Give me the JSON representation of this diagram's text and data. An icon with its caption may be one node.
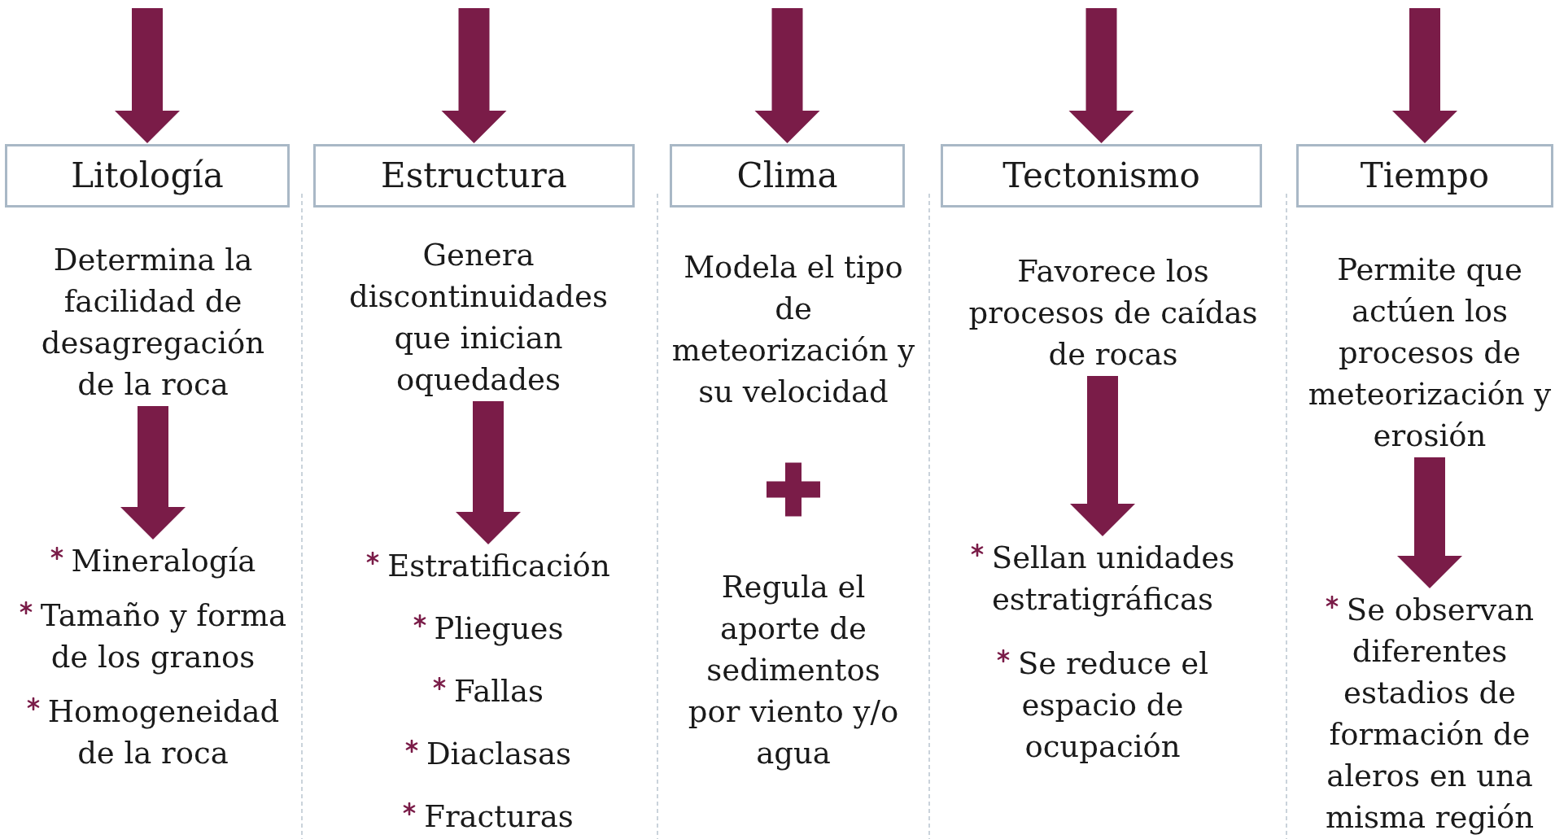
{
  "diagram": {
    "nodes": [
      {
        "text": [
          "Litología"
        ]
      },
      {
        "text": [
          "Determina la facilidad de desagregación de la roca"
        ]
      },
      {
        "text": [
          "Mineralogía",
          "Tamaño y forma de los granos",
          "Homogeneidad de la roca"
        ]
      },
      {
        "text": [
          "Estructura"
        ]
      },
      {
        "text": [
          "Genera discontinuidades que inician oquedades"
        ]
      },
      {
        "text": [
          "Estratificación",
          "Pliegues",
          "Fallas",
          "Diaclasas",
          "Fracturas"
        ]
      },
      {
        "text": [
          "Clima"
        ]
      },
      {
        "text": [
          "Modela el tipo de meteorización y su velocidad"
        ]
      },
      {
        "text": [
          "Regula el aporte de sedimentos por viento y/o agua"
        ]
      },
      {
        "text": [
          "Tectonismo"
        ]
      },
      {
        "text": [
          "Favorece los procesos de caídas de rocas"
        ]
      },
      {
        "text": [
          "Sellan unidades estratigráficas",
          "Se reduce el espacio de ocupación"
        ]
      },
      {
        "text": [
          "Tiempo"
        ]
      },
      {
        "text": [
          "Permite que actúen los procesos de meteorización y erosión"
        ]
      },
      {
        "text": [
          "Se observan diferentes estadios de formación de aleros en una misma región"
        ]
      }
    ],
    "edges": [
      {
        "from": null,
        "to": 0,
        "arrow": "to"
      },
      {
        "from": null,
        "to": 3,
        "arrow": "to"
      },
      {
        "from": null,
        "to": 6,
        "arrow": "to"
      },
      {
        "from": null,
        "to": 9,
        "arrow": "to"
      },
      {
        "from": null,
        "to": 12,
        "arrow": "to"
      },
      {
        "from": 1,
        "to": 2,
        "arrow": "to"
      },
      {
        "from": 4,
        "to": 5,
        "arrow": "to"
      },
      {
        "from": 10,
        "to": 11,
        "arrow": "to"
      },
      {
        "from": 13,
        "to": 14,
        "arrow": "to"
      }
    ]
  }
}
